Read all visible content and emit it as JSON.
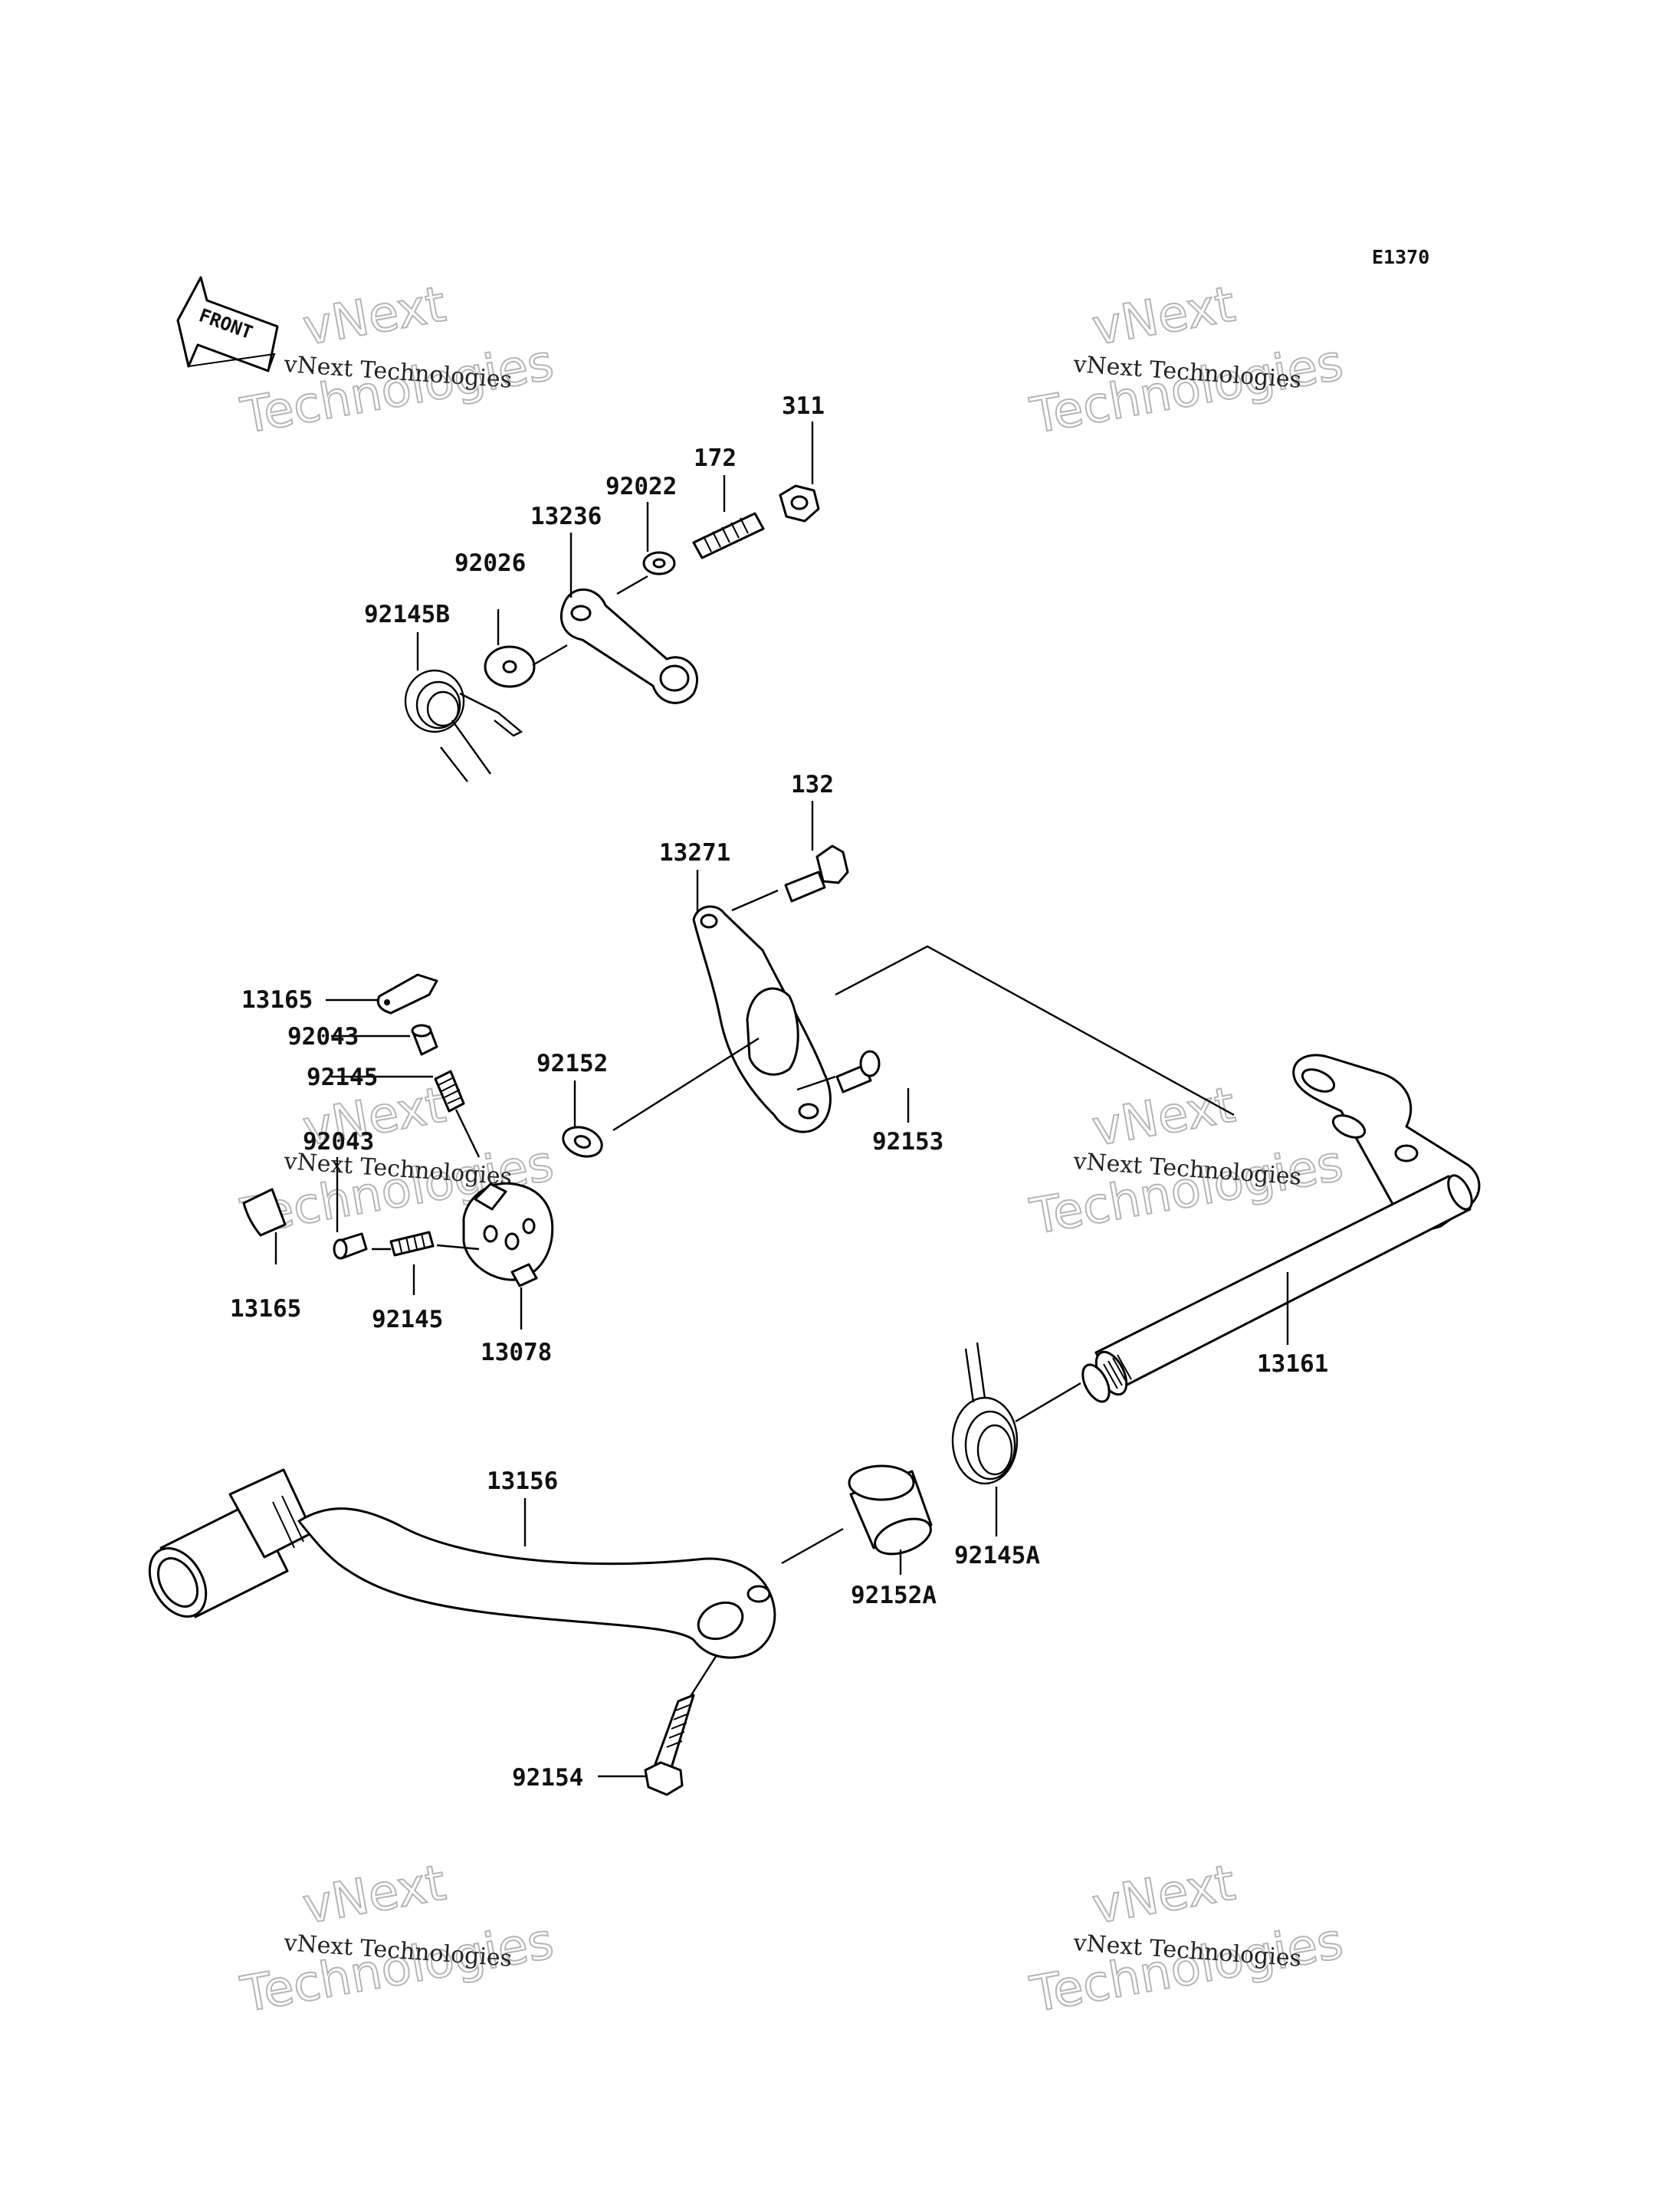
{
  "diagram_code": "E1370",
  "front_label": "FRONT",
  "watermark": {
    "small": "vNext Technologies",
    "big_top": "vNext",
    "big_bottom": "Technologies"
  },
  "parts": {
    "p311": "311",
    "p172": "172",
    "p92022": "92022",
    "p13236": "13236",
    "p92026": "92026",
    "p92145B": "92145B",
    "p132": "132",
    "p13271": "13271",
    "p13165a": "13165",
    "p92043a": "92043",
    "p92145a": "92145",
    "p92152": "92152",
    "p92153": "92153",
    "p92043b": "92043",
    "p13165b": "13165",
    "p92145b": "92145",
    "p13078": "13078",
    "p13161": "13161",
    "p13156": "13156",
    "p92145A": "92145A",
    "p92152A": "92152A",
    "p92154": "92154"
  }
}
